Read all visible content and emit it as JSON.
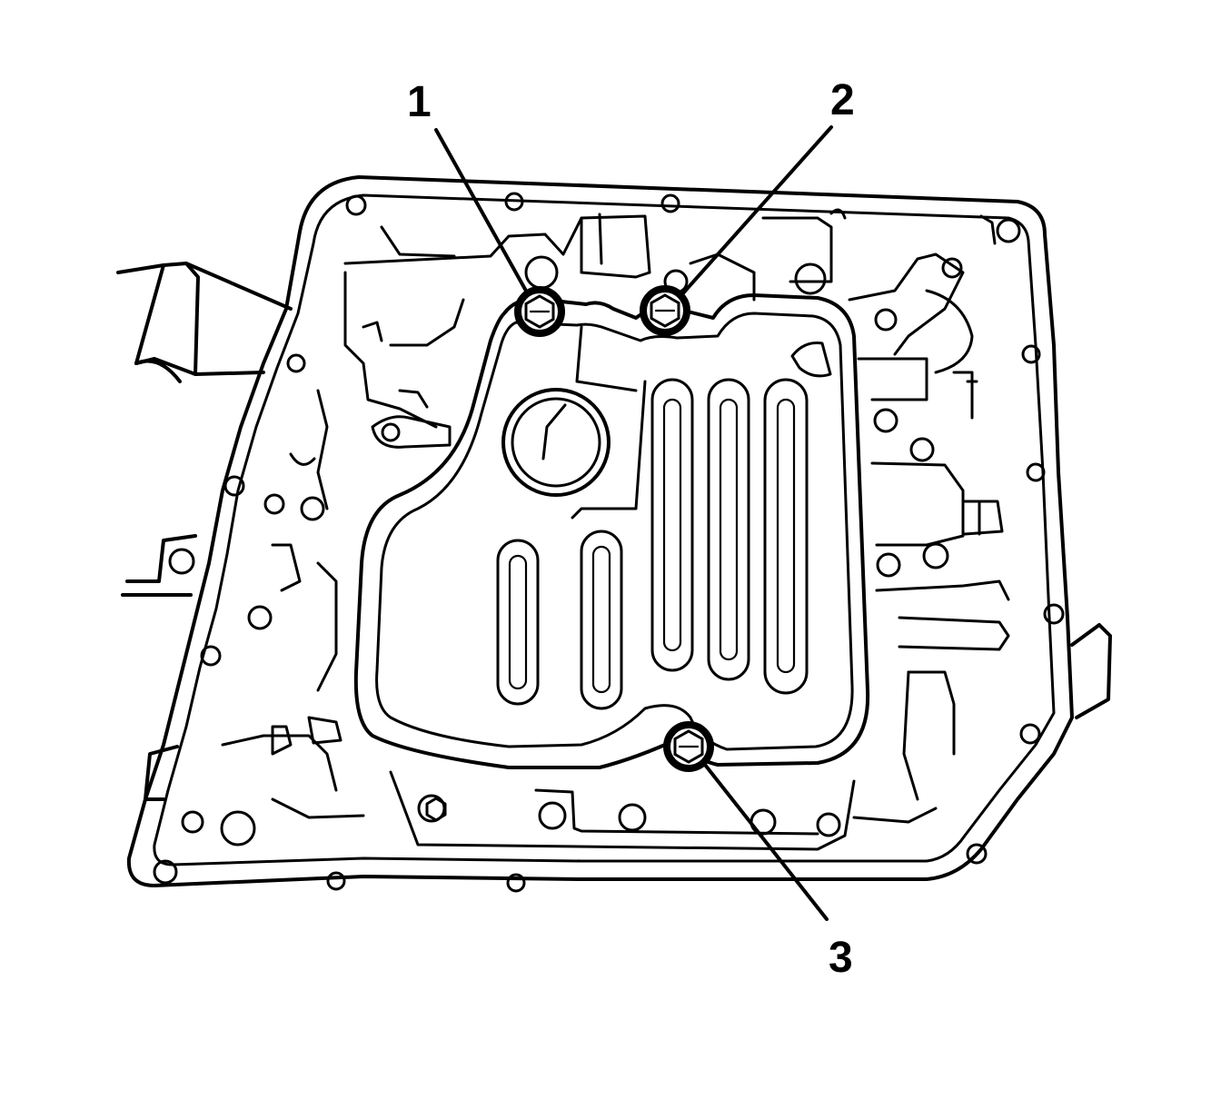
{
  "callouts": [
    {
      "label": "1",
      "part": "bolt"
    },
    {
      "label": "2",
      "part": "bolt"
    },
    {
      "label": "3",
      "part": "bolt"
    }
  ],
  "colors": {
    "line": "#000000",
    "background": "#ffffff"
  }
}
